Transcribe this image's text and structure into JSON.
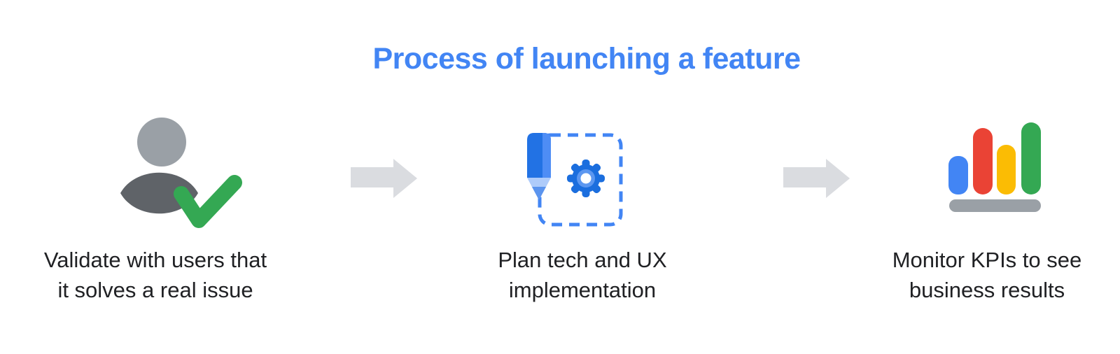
{
  "title": "Process of launching a feature",
  "steps": [
    {
      "name": "validate",
      "icon": "user-check-icon",
      "caption_line1": "Validate with users that",
      "caption_line2": "it solves a real issue"
    },
    {
      "name": "plan",
      "icon": "pencil-gear-icon",
      "caption_line1": "Plan tech and UX",
      "caption_line2": "implementation"
    },
    {
      "name": "monitor",
      "icon": "bar-chart-icon",
      "caption_line1": "Monitor KPIs to see",
      "caption_line2": "business results"
    }
  ],
  "connectors": [
    {
      "icon": "arrow-right-icon"
    },
    {
      "icon": "arrow-right-icon"
    }
  ],
  "colors": {
    "title_blue": "#4285F4",
    "accent_blue": "#4285F4",
    "text_dark": "#202124",
    "person_head": "#9AA0A6",
    "person_body": "#5F6368",
    "check_green": "#34A853",
    "arrow_gray": "#DADCE0",
    "pencil_body": "#2272E4",
    "pencil_body_light": "#4E8DF5",
    "pencil_wood": "#AECBFA",
    "pencil_lead": "#5B94EE",
    "gear_blue": "#1B6EDE",
    "gear_ring": "#5C97F0",
    "bar_blue": "#4285F4",
    "bar_red": "#EA4335",
    "bar_yellow": "#FBBC04",
    "bar_green": "#34A853",
    "chart_base": "#9AA0A6"
  }
}
